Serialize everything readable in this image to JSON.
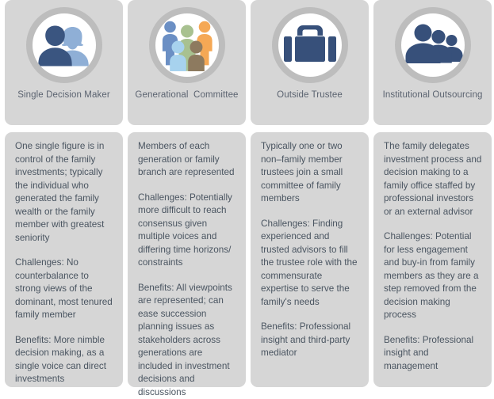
{
  "theme": {
    "page_background": "#ffffff",
    "card_background": "#d6d6d6",
    "icon_ring": "#bdbdbd",
    "icon_disc": "#ffffff",
    "label_text": "#5b6370",
    "body_text": "#4a5561",
    "navy": "#3a5580",
    "light_blue": "#8fafd6",
    "committee_blue": "#6b8fc4",
    "committee_green": "#a8c190",
    "committee_orange": "#f5a855",
    "committee_lightblue": "#a7d2ee",
    "committee_brown": "#8d7a5f"
  },
  "columns": [
    {
      "id": "single-decision-maker",
      "label": "Single Decision Maker",
      "icon": "two-people-icon",
      "paragraphs": [
        "One single figure is in control of the family investments; typically the individual who generated the family wealth or the family member with greatest seniority",
        "Challenges: No counterbalance to strong views of the dominant, most tenured family member",
        "Benefits: More nimble decision making, as a single voice can direct investments"
      ]
    },
    {
      "id": "generational-committee",
      "label": "Generational  Committee",
      "icon": "group-of-people-icon",
      "paragraphs": [
        "Members of each generation or family branch are represented",
        "Challenges: Potentially more difficult to reach consensus given multiple voices and differing time horizons/ constraints",
        "Benefits: All viewpoints are represented; can ease succession planning issues as stakeholders across generations are included in investment decisions and discussions"
      ]
    },
    {
      "id": "outside-trustee",
      "label": "Outside Trustee",
      "icon": "briefcase-icon",
      "paragraphs": [
        "Typically one or two non–family member trustees join a small committee of family members",
        "Challenges: Finding experienced and trusted advisors to fill the trustee role with the commensurate expertise to serve the family's needs",
        "Benefits: Professional insight and third-party mediator"
      ]
    },
    {
      "id": "institutional-outsourcing",
      "label": "Institutional Outsourcing",
      "icon": "three-people-icon",
      "paragraphs": [
        "The family delegates investment process and decision making to a family office staffed by professional investors or an external advisor",
        "Challenges: Potential for less engagement and buy-in from family members as they are a step removed from the decision making process",
        "Benefits: Professional insight and management"
      ]
    }
  ]
}
